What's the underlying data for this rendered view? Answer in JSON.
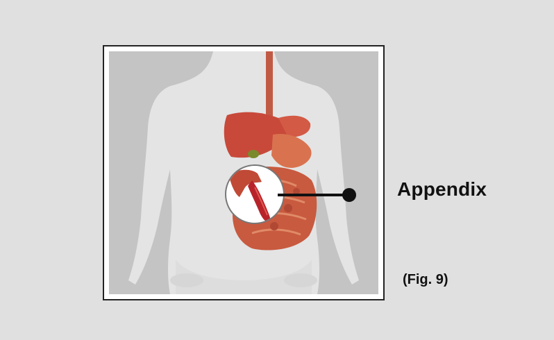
{
  "figure": {
    "label": "Appendix",
    "caption": "(Fig. 9)",
    "colors": {
      "page_background": "#e0e0e0",
      "illustration_background": "#c4c4c4",
      "body_silhouette": "#e6e6e6",
      "liver": "#c8493a",
      "stomach": "#d9734f",
      "intestines": "#c85a3f",
      "appendix": "#b8232a",
      "pointer": "#111111"
    },
    "icons": [
      "torso-silhouette",
      "liver",
      "stomach",
      "esophagus",
      "intestines",
      "appendix-zoom-lens"
    ]
  }
}
